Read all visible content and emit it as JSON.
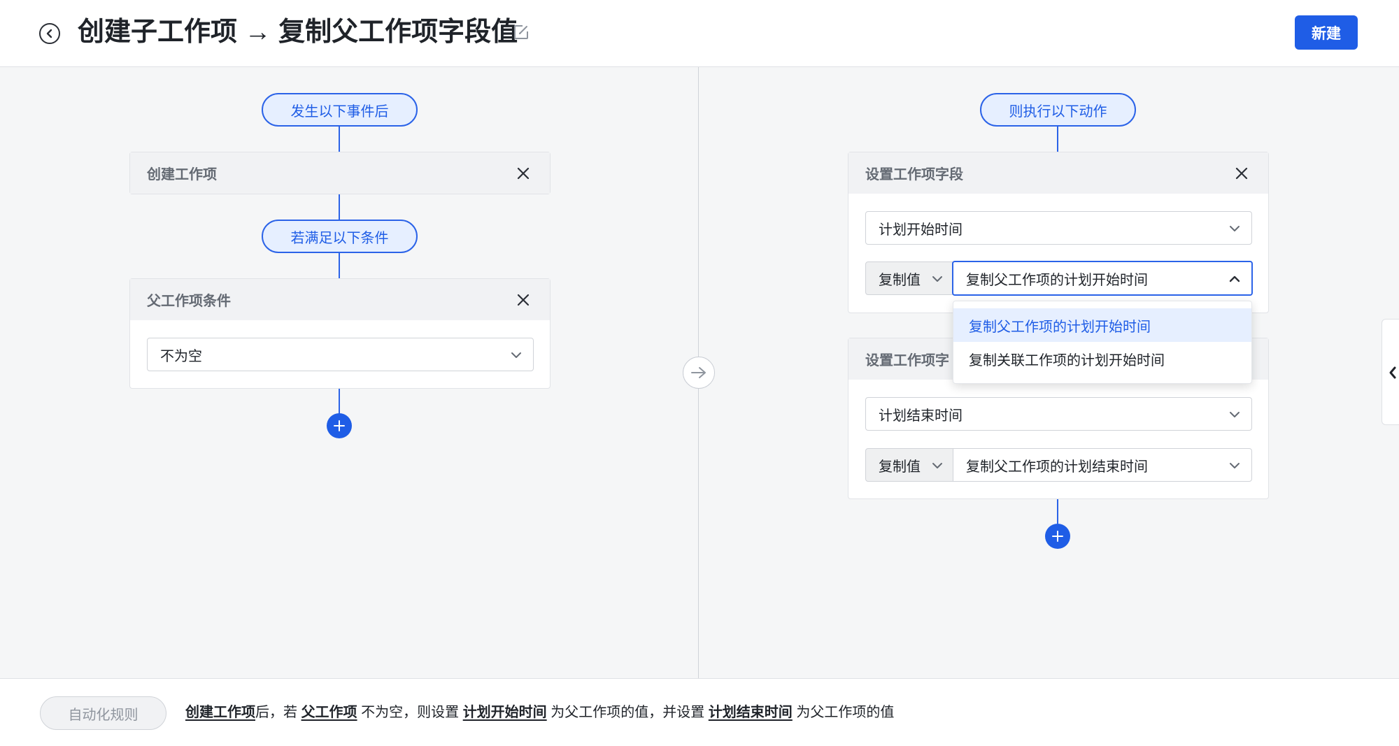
{
  "header": {
    "title": "创建子工作项 → 复制父工作项字段值",
    "new_button": "新建"
  },
  "trigger": {
    "event_pill": "发生以下事件后",
    "event_card_title": "创建工作项",
    "condition_pill": "若满足以下条件",
    "condition_card_title": "父工作项条件",
    "condition_value": "不为空"
  },
  "actions": {
    "action_pill": "则执行以下动作",
    "card1": {
      "title": "设置工作项字段",
      "field": "计划开始时间",
      "value_type": "复制值",
      "value": "复制父工作项的计划开始时间"
    },
    "card2": {
      "title": "设置工作项字段",
      "title_visible": "设置工作项字",
      "field": "计划结束时间",
      "value_type": "复制值",
      "value": "复制父工作项的计划结束时间"
    },
    "dropdown_options": [
      "复制父工作项的计划开始时间",
      "复制关联工作项的计划开始时间"
    ],
    "dropdown_selected": "复制父工作项的计划开始时间"
  },
  "footer": {
    "rule_tag": "自动化规则",
    "summary": {
      "kw1": "创建工作项",
      "t1": "后，若",
      "kw2": "父工作项",
      "t2": "不为空，则设置",
      "kw3": "计划开始时间",
      "t3": "为父工作项的值，并设置",
      "kw4": "计划结束时间",
      "t4": "为父工作项的值"
    }
  },
  "colors": {
    "accent": "#1f5de6",
    "pill_bg": "#e6efff",
    "canvas_bg": "#f5f6f7"
  },
  "icons": {
    "back": "arrow-left-circle-icon",
    "edit": "edit-pencil-icon",
    "close": "close-icon",
    "chevron": "chevron-down-icon",
    "add": "plus-icon",
    "flow": "arrow-right-icon",
    "collapse": "chevron-left-icon"
  }
}
